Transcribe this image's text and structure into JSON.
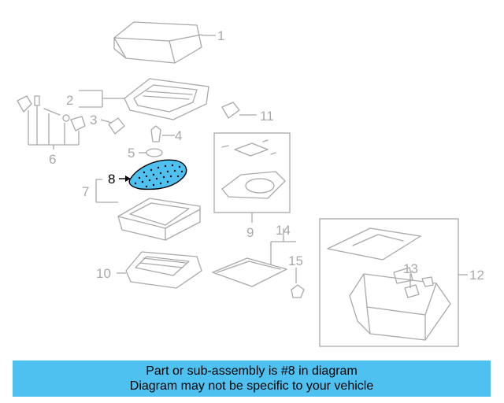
{
  "diagram": {
    "callouts": [
      {
        "id": "1",
        "label": "1"
      },
      {
        "id": "2",
        "label": "2"
      },
      {
        "id": "3",
        "label": "3"
      },
      {
        "id": "4",
        "label": "4"
      },
      {
        "id": "5",
        "label": "5"
      },
      {
        "id": "6",
        "label": "6"
      },
      {
        "id": "7",
        "label": "7"
      },
      {
        "id": "8",
        "label": "8"
      },
      {
        "id": "9",
        "label": "9"
      },
      {
        "id": "10",
        "label": "10"
      },
      {
        "id": "11",
        "label": "11"
      },
      {
        "id": "12",
        "label": "12"
      },
      {
        "id": "13",
        "label": "13"
      },
      {
        "id": "14",
        "label": "14"
      },
      {
        "id": "15",
        "label": "15"
      }
    ],
    "highlighted_part": "8",
    "highlight_color": "#4fc1f0",
    "part_line_color": "#a9a9a9"
  },
  "banner": {
    "line1": "Part or sub-assembly is #8 in diagram",
    "line2": "Diagram may not be specific to your vehicle",
    "background": "#4fc1f0"
  }
}
